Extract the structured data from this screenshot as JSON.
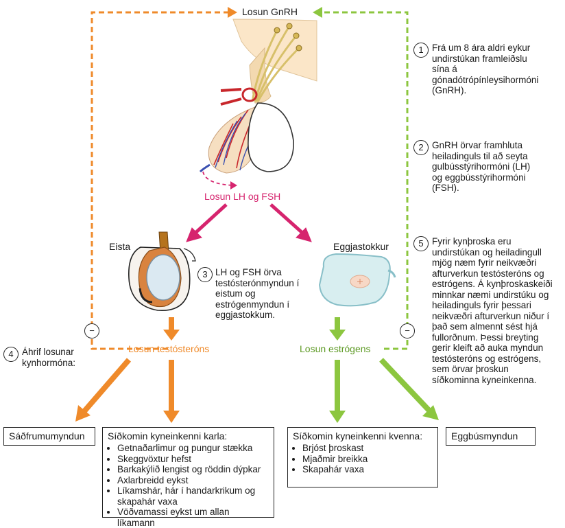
{
  "labels": {
    "gnrh_release": "Losun GnRH",
    "lh_fsh_release": "Losun LH og FSH",
    "testis": "Eista",
    "ovary": "Eggjastokkur",
    "testosterone_release": "Losun testósteróns",
    "estrogen_release": "Losun estrógens",
    "minus": "−"
  },
  "steps": [
    {
      "num": "1",
      "text": "Frá um 8 ára aldri eykur undirstúkan framleiðslu sína á gónadótrópínleysihormóni (GnRH)."
    },
    {
      "num": "2",
      "text": "GnRH örvar framhluta heiladinguls til að seyta gulbússtýrihormóni (LH) og eggbússtýrihormóni (FSH)."
    },
    {
      "num": "3",
      "text": "LH og FSH örva testósterónmyndun í eistum og estrógenmyndun í eggjastokkum."
    },
    {
      "num": "4",
      "text": "Áhrif losunar kynhormóna:"
    },
    {
      "num": "5",
      "text": "Fyrir kynþroska eru undirstúkan og heiladingull mjög næm fyrir neikvæðri afturverkun testósteróns og estrógens. Á kynþroskaskeiði minnkar næmi undirstúku og heiladinguls fyrir þessari neikvæðri afturverkun niður í það sem almennt sést hjá fullorðnum. Þessi breyting gerir kleift að auka myndun testósteróns og estrógens, sem örvar þroskun síðkominna kyneinkenna."
    }
  ],
  "outcomes": {
    "sperm": "Sáðfrumumyndun",
    "male_title": "Síðkomin kyneinkenni karla:",
    "male_items": [
      "Getnaðarlimur og pungur stækka",
      "Skeggvöxtur hefst",
      "Barkakýlið lengist og röddin dýpkar",
      "Axlarbreidd eykst",
      "Líkamshár, hár í handarkrikum og skapahár vaxa",
      "Vöðvamassi eykst um allan líkamann"
    ],
    "female_title": "Síðkomin kyneinkenni kvenna:",
    "female_items": [
      "Brjóst þroskast",
      "Mjaðmir breikka",
      "Skapahár vaxa"
    ],
    "follicle": "Eggbúsmyndun"
  },
  "colors": {
    "male": "#ef8a2a",
    "female": "#8cc63f",
    "lh_fsh": "#d6246e"
  }
}
